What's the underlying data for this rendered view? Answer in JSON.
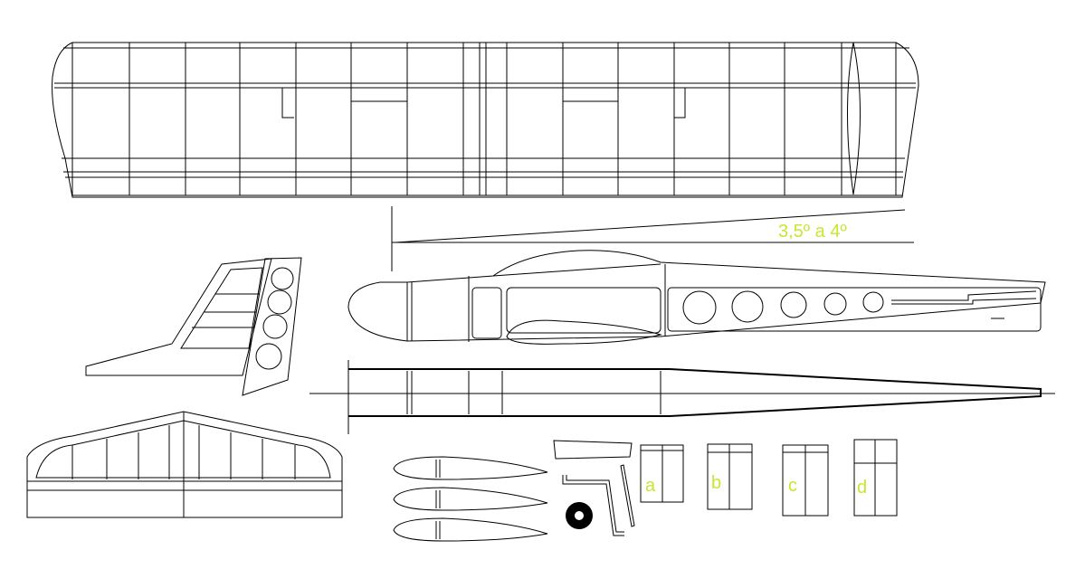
{
  "angle_annotation": "3,5º a 4º",
  "former_labels": {
    "a": "a",
    "b": "b",
    "c": "c",
    "d": "d"
  },
  "colors": {
    "label": "#c8e632",
    "line": "#000000",
    "background": "#ffffff"
  }
}
